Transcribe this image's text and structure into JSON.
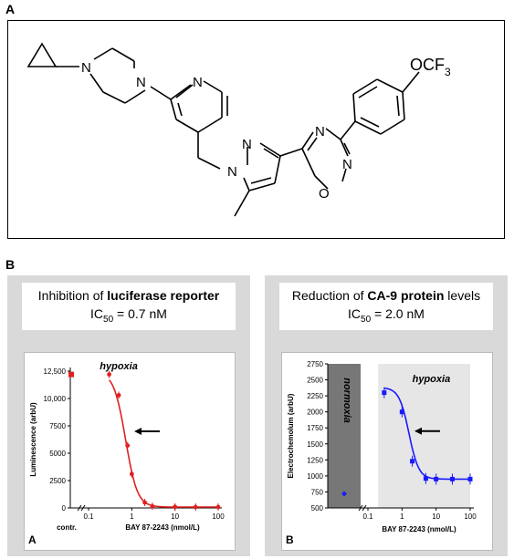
{
  "panel_a": {
    "label": "A",
    "atoms": {
      "n_pip1": "N",
      "n_pip2": "N",
      "n_pyr": "N",
      "n_pz1": "N",
      "n_pz2": "N",
      "n_ox1": "N",
      "n_ox2": "N",
      "o_ox": "O",
      "ocf3": "OCF",
      "ocf3_sub": "3"
    }
  },
  "panel_b": {
    "label": "B",
    "left": {
      "title_prefix": "Inhibition of ",
      "title_bold": "luciferase reporter",
      "ic50_prefix": "IC",
      "ic50_sub": "50",
      "ic50_value": " = 0.7 nM",
      "corner": "A"
    },
    "right": {
      "title_prefix": "Reduction of ",
      "title_bold": "CA-9 protein",
      "title_suffix": " levels",
      "ic50_prefix": "IC",
      "ic50_sub": "50",
      "ic50_value": " = 2.0 nM",
      "corner": "B"
    }
  },
  "chart_data": [
    {
      "type": "scatter",
      "annotation": "hypoxia",
      "xlabel": "BAY 87-2243 (nmol/L)",
      "ylabel": "Luminescence (arbU)",
      "x_scale": "log",
      "x_ticks": [
        "0.1",
        "1",
        "10",
        "100"
      ],
      "y_ticks": [
        "0",
        "2500",
        "5000",
        "7500",
        "10,000",
        "12,500"
      ],
      "ylim": [
        0,
        12500
      ],
      "control": {
        "label": "contr.",
        "value": 12200
      },
      "series": [
        {
          "x": [
            0.3,
            0.5,
            0.8,
            1.0,
            2.0,
            3.0,
            10,
            30,
            100
          ],
          "y": [
            12200,
            10300,
            5700,
            3100,
            500,
            150,
            100,
            80,
            80
          ]
        }
      ],
      "color": "#e02020"
    },
    {
      "type": "scatter",
      "annotation": "hypoxia",
      "region_label": "normoxia",
      "xlabel": "BAY 87-2243 (nmol/L)",
      "ylabel": "Electrochemolum (arbU)",
      "x_scale": "log",
      "x_ticks": [
        "0.1",
        "1",
        "10",
        "100"
      ],
      "y_ticks": [
        "500",
        "750",
        "1000",
        "1250",
        "1500",
        "1750",
        "2000",
        "2250",
        "2500",
        "2750"
      ],
      "ylim": [
        500,
        2750
      ],
      "control": {
        "value": 720
      },
      "series": [
        {
          "x": [
            0.3,
            1.0,
            2.0,
            5.0,
            10,
            30,
            100
          ],
          "y": [
            2300,
            2000,
            1230,
            960,
            950,
            950,
            950
          ]
        }
      ],
      "color": "#1a1aff"
    }
  ]
}
